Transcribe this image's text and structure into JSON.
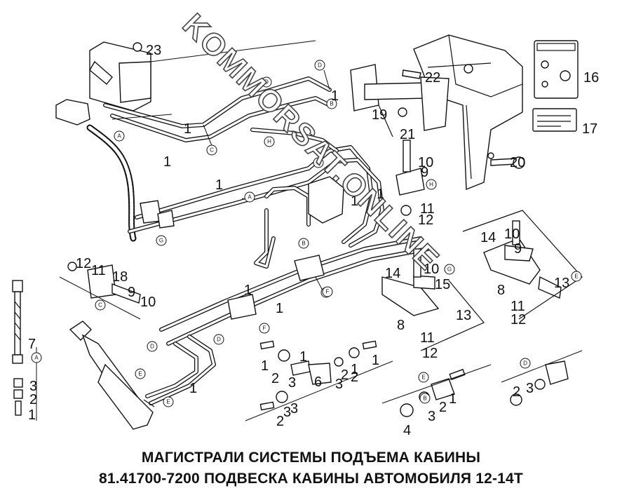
{
  "title": {
    "line1": "МАГИСТРАЛИ СИСТЕМЫ ПОДЪЕМА КАБИНЫ",
    "line2": "81.41700-7200 ПОДВЕСКА КАБИНЫ АВТОМОБИЛЯ 12-14Т"
  },
  "watermark": "KOMMORSAT.ONLINE",
  "callouts": [
    "23",
    "1",
    "1",
    "1",
    "1",
    "1",
    "1",
    "1",
    "1",
    "1",
    "22",
    "16",
    "19",
    "21",
    "10",
    "9",
    "17",
    "20",
    "11",
    "12",
    "14",
    "10",
    "9",
    "8",
    "13",
    "11",
    "12",
    "12",
    "11",
    "18",
    "9",
    "10",
    "14",
    "10",
    "15",
    "13",
    "8",
    "11",
    "12",
    "7",
    "3",
    "2",
    "1",
    "1",
    "2",
    "3",
    "1",
    "2",
    "3",
    "2",
    "1",
    "3",
    "6",
    "1",
    "2",
    "3",
    "4",
    "3",
    "2",
    "1",
    "2",
    "3"
  ],
  "tags": [
    "D",
    "D",
    "B",
    "C",
    "A",
    "H",
    "H",
    "A",
    "G",
    "B",
    "C",
    "F",
    "F",
    "D",
    "D",
    "E",
    "E",
    "A",
    "H",
    "E",
    "B",
    "D",
    "G",
    "E",
    "F"
  ],
  "colors": {
    "ink": "#111111",
    "background": "#ffffff",
    "watermark_outline": "#444444"
  }
}
